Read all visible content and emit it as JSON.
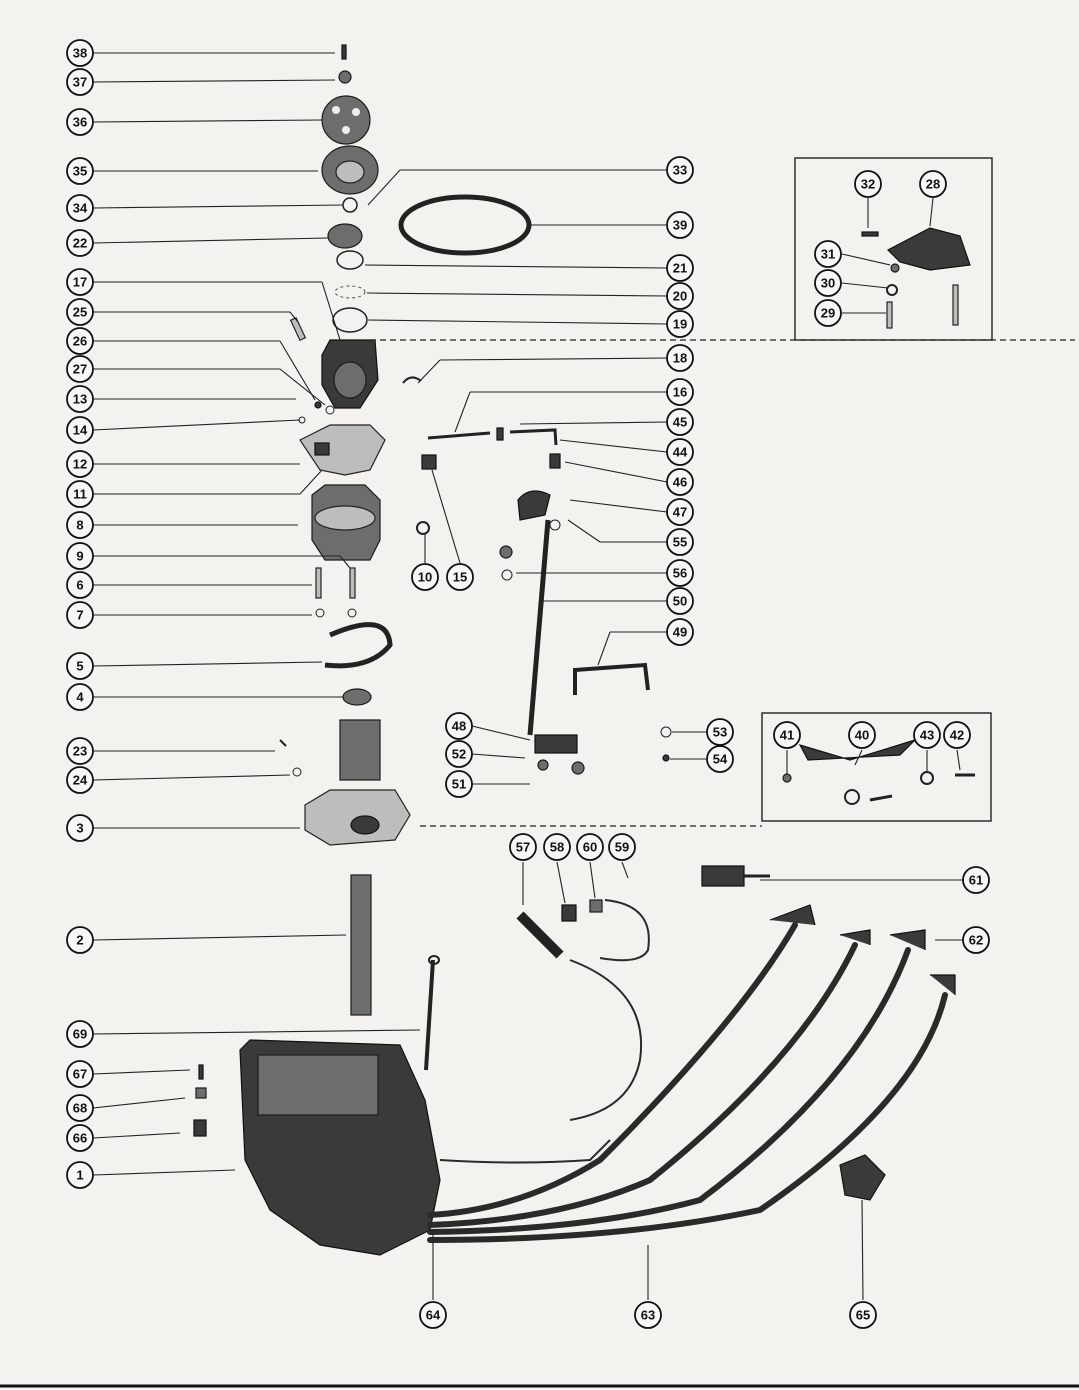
{
  "diagram": {
    "callouts": [
      "38",
      "37",
      "36",
      "35",
      "34",
      "22",
      "17",
      "25",
      "26",
      "27",
      "13",
      "14",
      "12",
      "11",
      "8",
      "9",
      "6",
      "7",
      "5",
      "4",
      "23",
      "24",
      "3",
      "2",
      "69",
      "67",
      "68",
      "66",
      "1",
      "33",
      "39",
      "21",
      "20",
      "19",
      "18",
      "16",
      "45",
      "44",
      "46",
      "47",
      "55",
      "10",
      "15",
      "56",
      "50",
      "49",
      "48",
      "52",
      "51",
      "53",
      "54",
      "32",
      "28",
      "31",
      "30",
      "29",
      "41",
      "40",
      "43",
      "42",
      "57",
      "58",
      "60",
      "59",
      "61",
      "62",
      "64",
      "63",
      "65"
    ]
  }
}
